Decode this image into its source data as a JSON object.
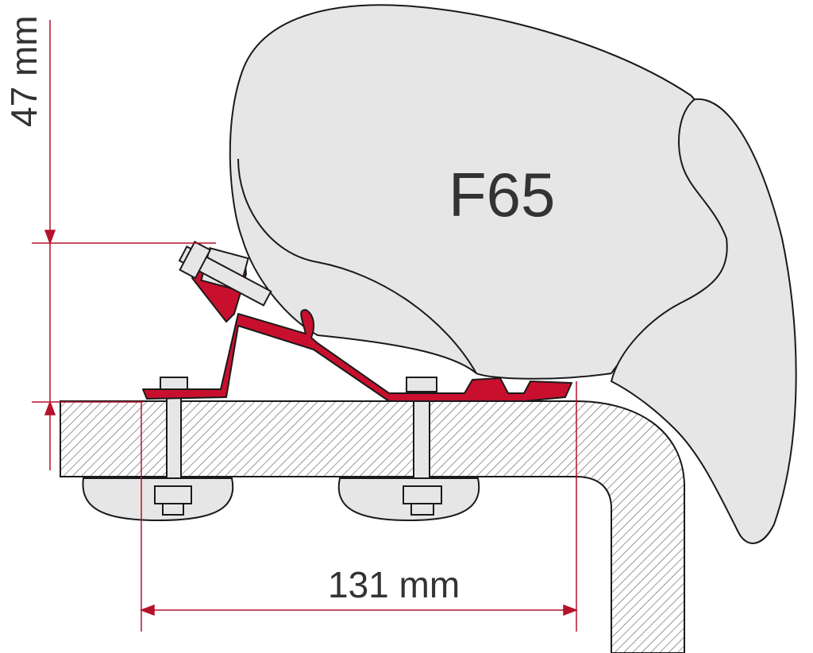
{
  "diagram": {
    "awning_model": "F65",
    "dimension_height": "47 mm",
    "dimension_width": "131 mm"
  },
  "colors": {
    "bracket_red": "#c8102e",
    "dimension_red": "#b5122b",
    "awning_fill": "#e6e6e6",
    "outline": "#1a1a1a",
    "text": "#333333"
  }
}
